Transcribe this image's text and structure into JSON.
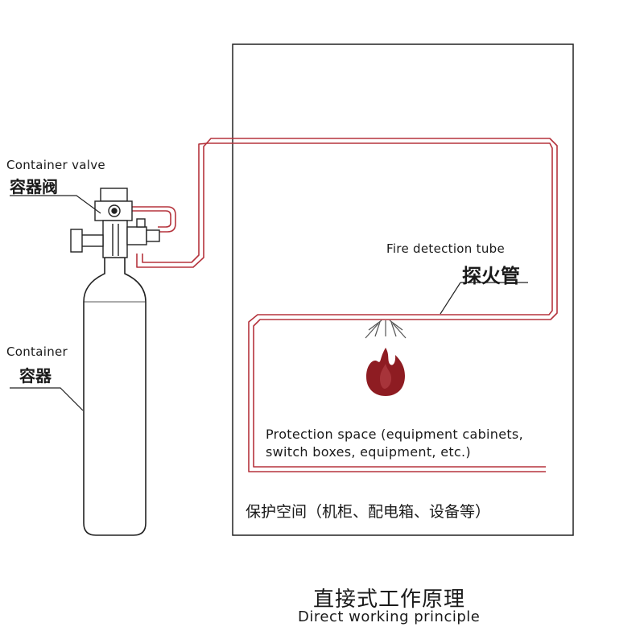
{
  "labels": {
    "container_valve_en": "Container valve",
    "container_valve_zh": "容器阀",
    "container_en": "Container",
    "container_zh": "容器",
    "fire_tube_en": "Fire detection tube",
    "fire_tube_zh": "探火管",
    "protection_en_line1": "Protection space (equipment cabinets,",
    "protection_en_line2": "switch boxes, equipment, etc.)",
    "protection_zh": "保护空间（机柜、配电箱、设备等）"
  },
  "title": {
    "zh": "直接式工作原理",
    "en": "Direct working principle"
  },
  "colors": {
    "tube": "#b5343d",
    "flame": "#8e1c22",
    "outline": "#222222"
  },
  "icons": [
    "container-valve-icon",
    "cylinder-icon",
    "flame-icon",
    "spray-icon"
  ]
}
